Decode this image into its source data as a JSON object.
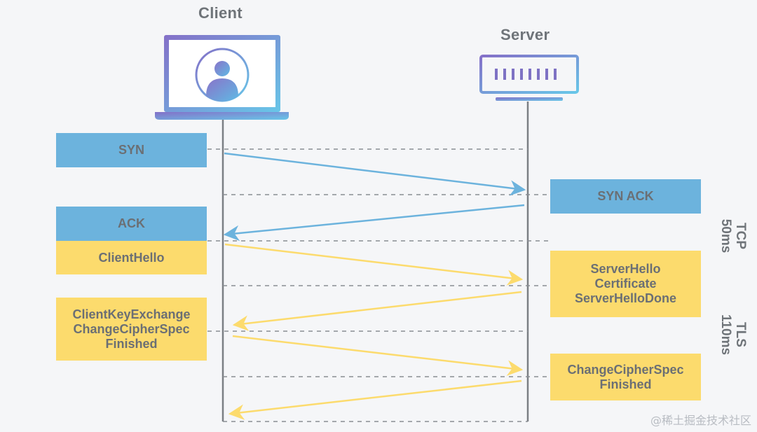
{
  "client": {
    "label": "Client"
  },
  "server": {
    "label": "Server"
  },
  "messages": {
    "syn": "SYN",
    "syn_ack": "SYN ACK",
    "ack": "ACK",
    "client_hello": "ClientHello",
    "server_hello": "ServerHello\nCertificate\nServerHelloDone",
    "client_key": "ClientKeyExchange\nChangeCipherSpec\nFinished",
    "server_finished": "ChangeCipherSpec\nFinished"
  },
  "phases": {
    "tcp": "TCP\n50ms",
    "tls": "TLS\n110ms"
  },
  "watermark": "@稀土掘金技术社区",
  "colors": {
    "tcp_blue": "#6cb3dd",
    "tls_yellow": "#fcdb6d",
    "line_gray": "#7b7f84",
    "device_purple": "#7e72c4",
    "device_cyan": "#6ec4e6"
  }
}
